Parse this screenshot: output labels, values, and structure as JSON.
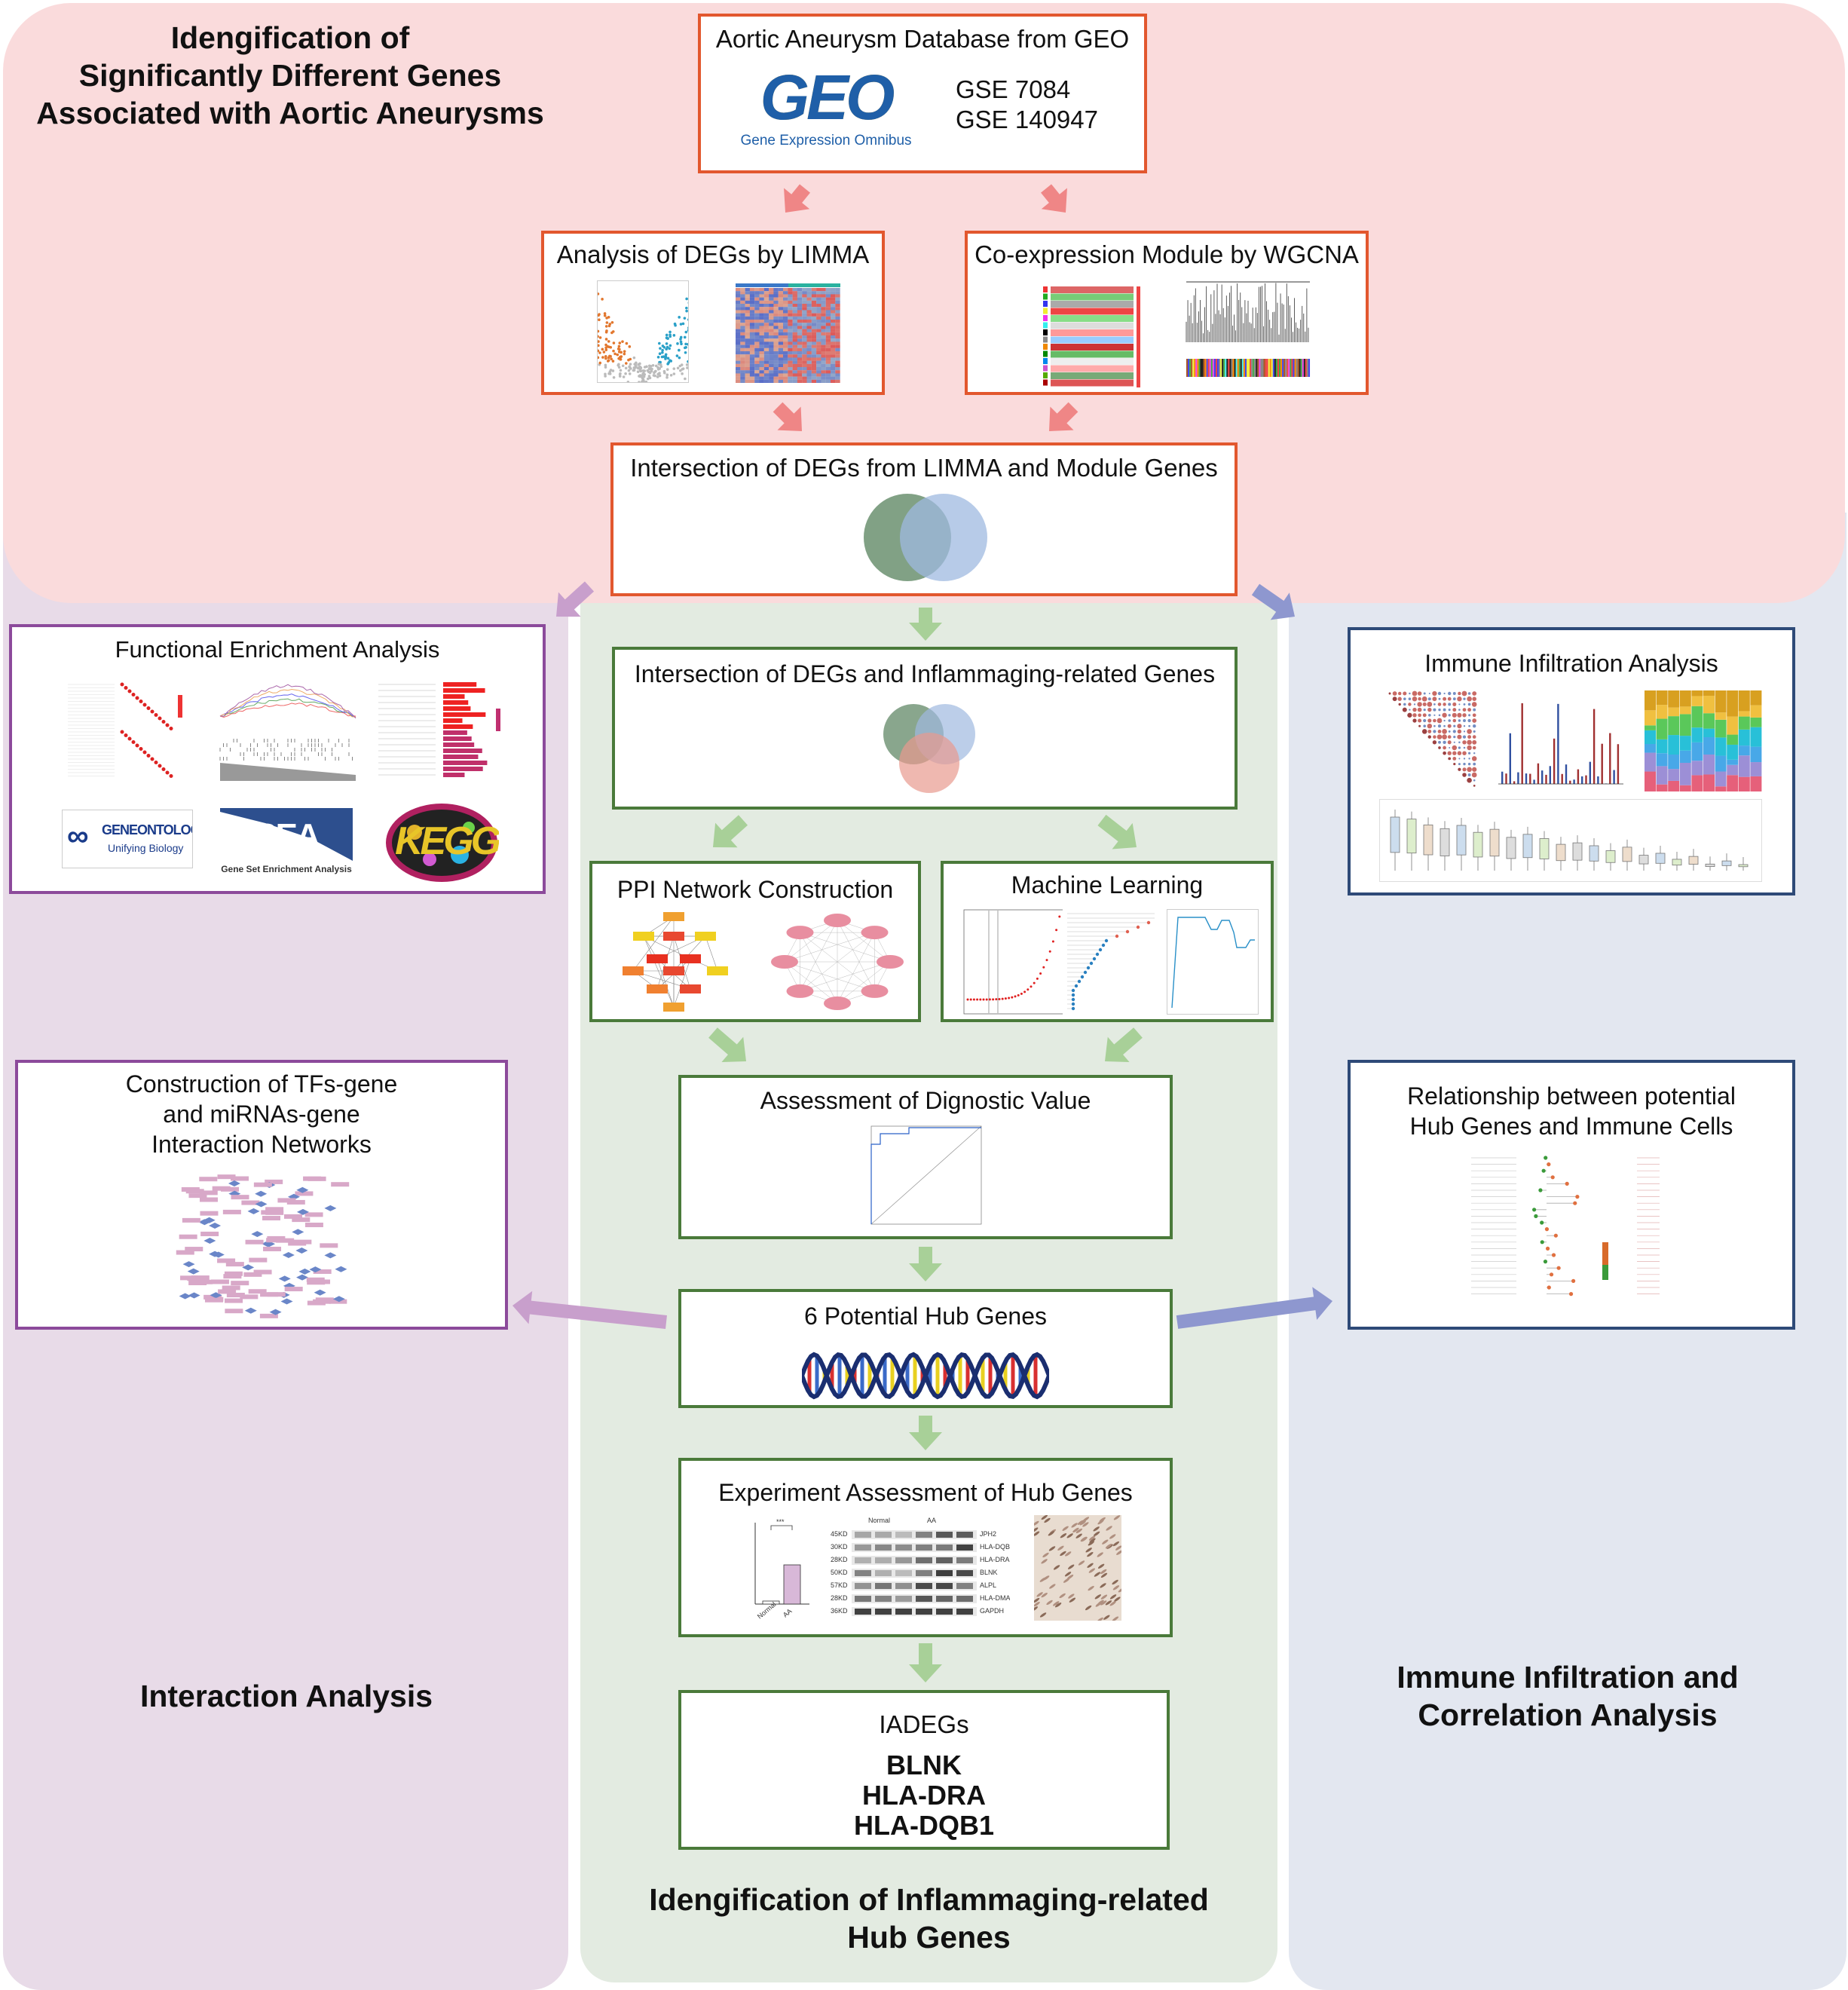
{
  "sections": {
    "top": {
      "title": "Idengification of\nSignificantly Different Genes\nAssociated with Aortic Aneurysms"
    },
    "left": {
      "title": "Interaction Analysis"
    },
    "center": {
      "title": "Idengification of Inflammaging-related\nHub Genes"
    },
    "right": {
      "title": "Immune Infiltration and\nCorrelation Analysis"
    }
  },
  "boxes": {
    "geo": {
      "title": "Aortic Aneurysm Database from GEO",
      "logo_text": "GEO",
      "logo_subtitle": "Gene Expression Omnibus",
      "datasets": [
        "GSE 7084",
        "GSE 140947"
      ]
    },
    "limma": {
      "title": "Analysis of DEGs by LIMMA"
    },
    "wgcna": {
      "title": "Co-expression Module by WGCNA"
    },
    "intersect1": {
      "title": "Intersection of DEGs from LIMMA and Module Genes"
    },
    "functional": {
      "title": "Functional Enrichment Analysis",
      "logos": [
        "GENEONTOLOGY",
        "Unifying Biology",
        "GSEA",
        "Gene Set Enrichment Analysis",
        "KEGG"
      ]
    },
    "intersect2": {
      "title": "Intersection of DEGs and Inflammaging-related Genes"
    },
    "immune": {
      "title": "Immune Infiltration Analysis"
    },
    "ppi": {
      "title": "PPI Network Construction"
    },
    "ml": {
      "title": "Machine Learning"
    },
    "tf": {
      "title": "Construction of TFs-gene\nand miRNAs-gene\nInteraction Networks"
    },
    "diag": {
      "title": "Assessment of Dignostic Value"
    },
    "relation": {
      "title": "Relationship between potential\nHub Genes and Immune Cells"
    },
    "hub6": {
      "title": "6 Potential Hub Genes"
    },
    "experiment": {
      "title": "Experiment Assessment of Hub Genes",
      "blot_groups": [
        "Normal",
        "AA"
      ],
      "blot_sizes": [
        "45KD",
        "30KD",
        "28KD",
        "50KD",
        "57KD",
        "28KD",
        "36KD"
      ],
      "blot_genes": [
        "JPH2",
        "HLA-DQB1",
        "HLA-DRA",
        "BLNK",
        "ALPL",
        "HLA-DMA",
        "GAPDH"
      ],
      "bar_groups": [
        "Normal",
        "AA"
      ]
    },
    "iadegs": {
      "title": "IADEGs",
      "genes": [
        "BLNK",
        "HLA-DRA",
        "HLA-DQB1"
      ]
    }
  },
  "colors": {
    "top_bg": "#fadbdc",
    "left_bg": "#e8dbe8",
    "center_bg": "#e3ebe1",
    "right_bg": "#e3e7f0",
    "red_border": "#e2572e",
    "green_border": "#4a7a3a",
    "purple_border": "#8c4a9b",
    "blue_border": "#2e4a78",
    "red_arrow": "#ef8686",
    "green_arrow": "#a8d098",
    "purple_arrow": "#c89fcc",
    "blue_arrow": "#8e97cf"
  }
}
